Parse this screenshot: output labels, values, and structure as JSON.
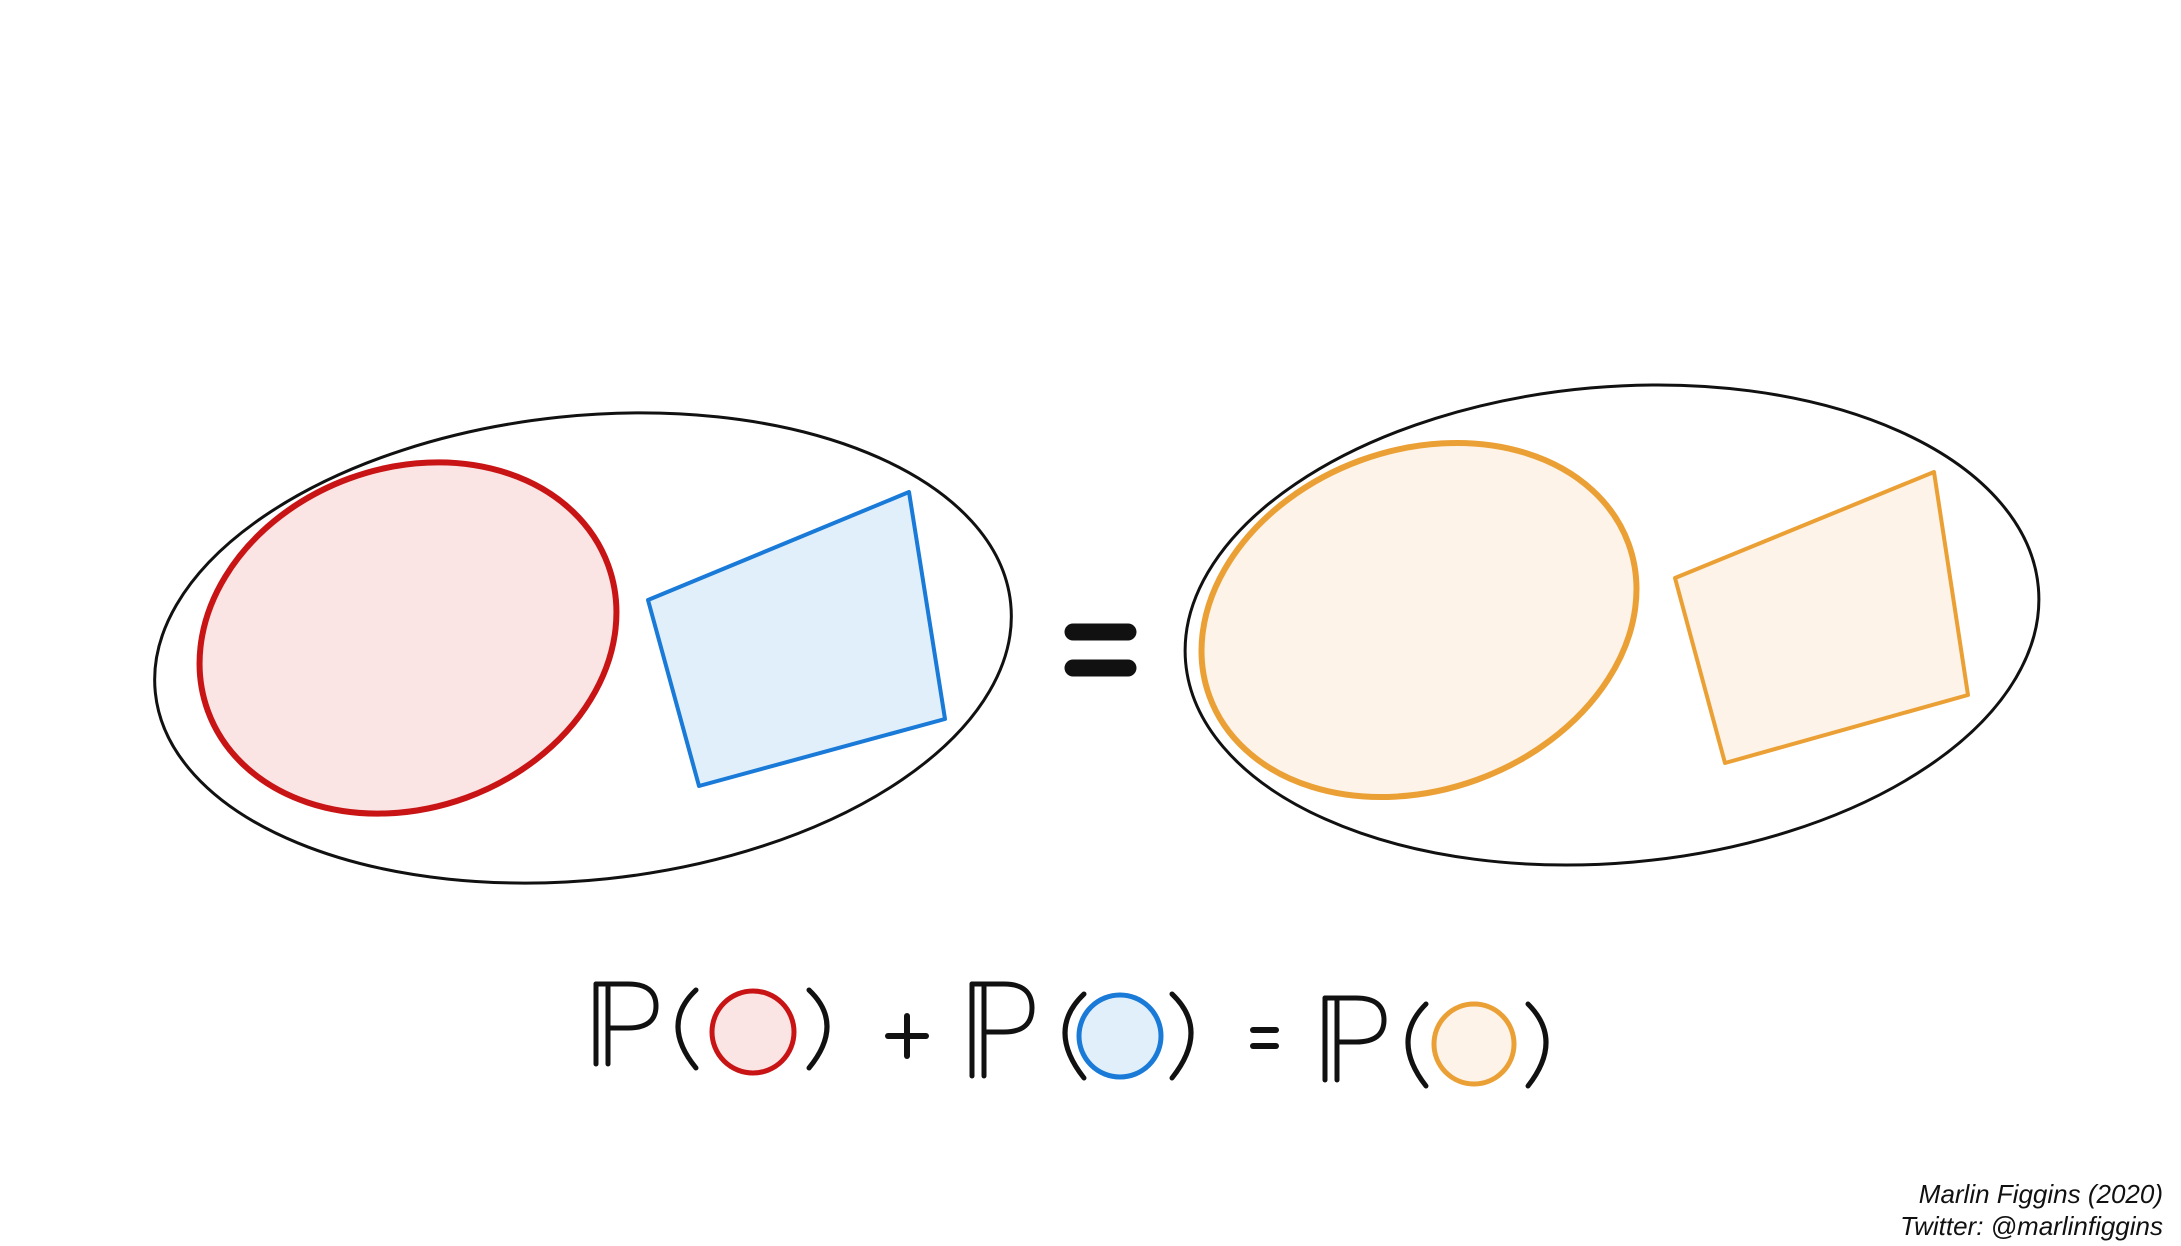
{
  "colors": {
    "outline": "#111111",
    "red_stroke": "#c81414",
    "red_fill": "#fbe4e4",
    "blue_stroke": "#1a7ad8",
    "blue_fill": "#e1effb",
    "orange_stroke": "#eba035",
    "orange_fill": "#fdf3e8"
  },
  "shapes": {
    "left_group": [
      "outer-ellipse",
      "red-ellipse",
      "blue-quadrilateral"
    ],
    "right_group": [
      "outer-ellipse",
      "orange-ellipse",
      "orange-quadrilateral"
    ],
    "relation": "equals-sign"
  },
  "equation": {
    "operator_plus": "+",
    "operator_equals": "=",
    "terms": [
      {
        "symbol": "P",
        "circle_color": "red"
      },
      {
        "symbol": "P",
        "circle_color": "blue"
      },
      {
        "symbol": "P",
        "circle_color": "orange"
      }
    ]
  },
  "credit": {
    "line1": "Marlin Figgins (2020)",
    "line2": "Twitter: @marlinfiggins"
  }
}
